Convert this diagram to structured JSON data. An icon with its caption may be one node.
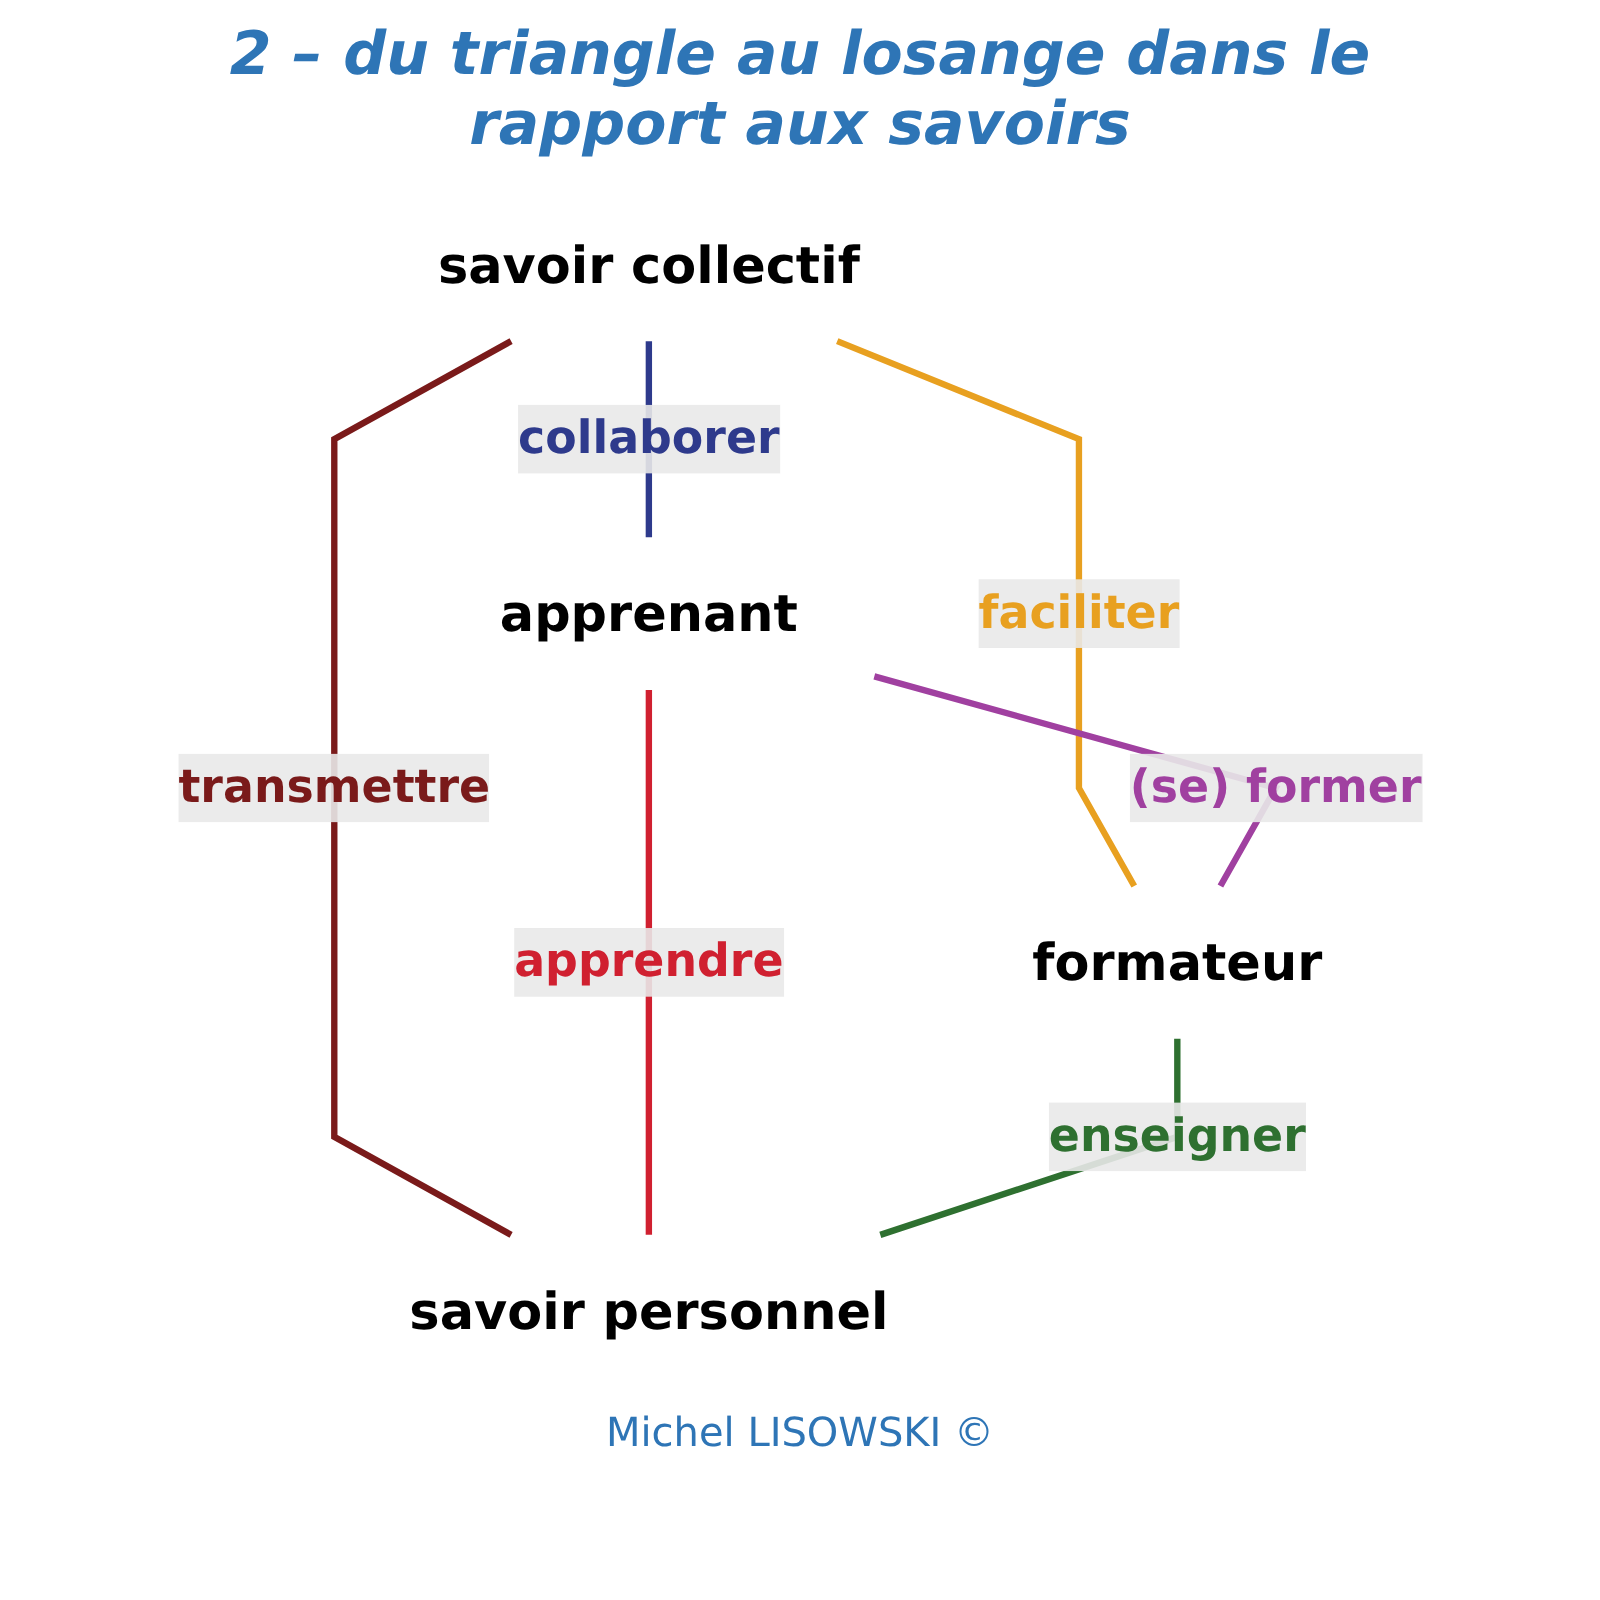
{
  "diagram": {
    "title": "2 – du triangle au losange dans le rapport aux savoirs",
    "caption": "Michel LISOWSKI ©",
    "nodes": [
      {
        "text": [
          "savoir collectif"
        ]
      },
      {
        "text": [
          "apprenant"
        ]
      },
      {
        "text": [
          "formateur"
        ]
      },
      {
        "text": [
          "savoir personnel"
        ]
      }
    ],
    "edges": [
      {
        "from": 0,
        "to": 1,
        "arrow": "none",
        "label": "collaborer",
        "color": "#2e3a8c"
      },
      {
        "from": 0,
        "to": 2,
        "arrow": "none",
        "label": "faciliter",
        "color": "#e8a020"
      },
      {
        "from": 0,
        "to": 3,
        "arrow": "none",
        "label": "transmettre",
        "color": "#7a1a1a"
      },
      {
        "from": 1,
        "to": 2,
        "arrow": "none",
        "label": "(se) former",
        "color": "#a040a0"
      },
      {
        "from": 1,
        "to": 3,
        "arrow": "none",
        "label": "apprendre",
        "color": "#d02030"
      },
      {
        "from": 2,
        "to": 3,
        "arrow": "none",
        "label": "enseigner",
        "color": "#2e7030"
      }
    ]
  }
}
